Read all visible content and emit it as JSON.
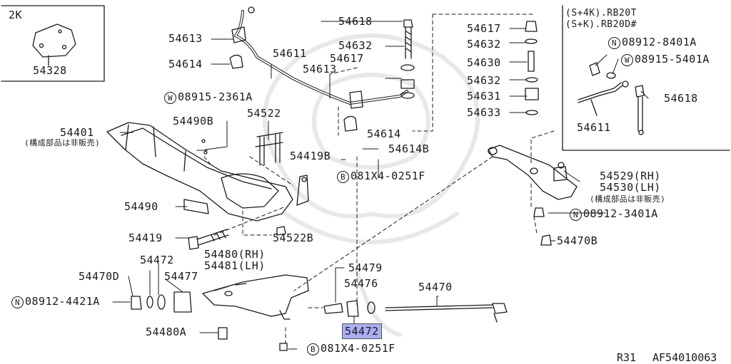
{
  "inset_topleft": {
    "code": "2K",
    "part": "54328"
  },
  "inset_topright": {
    "line1": "(S+4K).RB20T",
    "line2": "(S+K).RB20D#",
    "part1": "08912-8401A",
    "part1_circ": "N",
    "part2": "08915-5401A",
    "part2_circ": "W",
    "part3": "54618",
    "part4": "54611"
  },
  "labels": {
    "p54613a": "54613",
    "p54614a": "54614",
    "p54611": "54611",
    "p54613b": "54613",
    "p54618": "54618",
    "p54632a": "54632",
    "p54617b": "54617",
    "p54617": "54617",
    "p54632b": "54632",
    "p54630": "54630",
    "p54632c": "54632",
    "p54631": "54631",
    "p54633": "54633",
    "p08915": "08915-2361A",
    "p08915_circ": "W",
    "p54490b": "54490B",
    "p54522": "54522",
    "p54401": "54401",
    "p54401_note": "(構成部品は非販売)",
    "p54614b_lbl": "54614",
    "p54614B": "54614B",
    "p54419b": "54419B",
    "p081a": "081X4-0251F",
    "p081a_circ": "B",
    "p54529": "54529(RH)",
    "p54530": "54530(LH)",
    "p54530_note": "(構成部品は非販売)",
    "p54490": "54490",
    "p08912a": "08912-3401A",
    "p08912a_circ": "N",
    "p54419": "54419",
    "p54522b": "54522B",
    "p54470b": "54470B",
    "p54480rh": "54480(RH)",
    "p54481lh": "54481(LH)",
    "p54472a": "54472",
    "p54470d": "54470D",
    "p54477": "54477",
    "p54479": "54479",
    "p54476": "54476",
    "p54470": "54470",
    "p08912b": "08912-4421A",
    "p08912b_circ": "N",
    "p54472b": "54472",
    "p54480a": "54480A",
    "p081b": "081X4-0251F",
    "p081b_circ": "B"
  },
  "footer": {
    "page": "R31",
    "code": "AF54010063"
  }
}
